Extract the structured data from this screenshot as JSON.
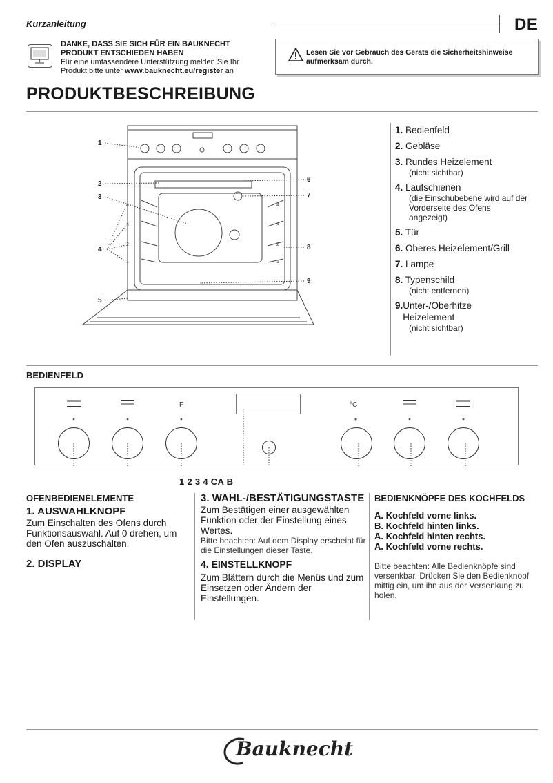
{
  "header": {
    "doc_type": "Kurzanleitung",
    "language": "DE"
  },
  "thanks": {
    "line1": "DANKE, DASS SIE SICH FÜR EIN BAUKNECHT",
    "line2": "PRODUKT ENTSCHIEDEN HABEN",
    "line3": "Für eine umfassendere Unterstützung melden Sie Ihr",
    "line4_pre": "Produkt bitte unter ",
    "line4_link": "www.bauknecht.eu/register",
    "line4_post": " an"
  },
  "warning": {
    "line1": "Lesen Sie vor Gebrauch des Geräts die Sicherheitshinweise",
    "line2": "aufmerksam durch."
  },
  "title": "PRODUKTBESCHREIBUNG",
  "diagram_labels": {
    "left": [
      "1",
      "2",
      "3",
      "4",
      "5"
    ],
    "right": [
      "6",
      "7",
      "8",
      "9"
    ],
    "levels_left": [
      "4",
      "3",
      "2",
      "1"
    ],
    "levels_right": [
      "4",
      "3",
      "2",
      "1"
    ]
  },
  "legend": [
    {
      "num": "1.",
      "label": "Bedienfeld",
      "note": ""
    },
    {
      "num": "2.",
      "label": "Gebläse",
      "note": ""
    },
    {
      "num": "3.",
      "label": "Rundes Heizelement",
      "note": "(nicht sichtbar)"
    },
    {
      "num": "4.",
      "label": "Laufschienen",
      "note": "(die Einschubebene wird auf der Vorderseite des Ofens angezeigt)"
    },
    {
      "num": "5.",
      "label": "Tür",
      "note": ""
    },
    {
      "num": "6.",
      "label": "Oberes Heizelement/Grill",
      "note": ""
    },
    {
      "num": "7.",
      "label": "Lampe",
      "note": ""
    },
    {
      "num": "8.",
      "label": "Typenschild",
      "note": "(nicht entfernen)"
    },
    {
      "num": "9.",
      "label": "Unter-/Oberhitze Heizelement",
      "note": "(nicht sichtbar)"
    }
  ],
  "control_panel": {
    "heading": "BEDIENFELD",
    "symbols": [
      "F",
      "°C"
    ],
    "callout": "1 2 3 4 CA B"
  },
  "col1": {
    "heading": "OFENBEDIENELEMENTE",
    "item1_title": "1. AUSWAHLKNOPF",
    "item1_text": "Zum Einschalten des Ofens durch Funktionsauswahl. Auf  0  drehen, um den Ofen auszuschalten.",
    "item2_title": "2. DISPLAY"
  },
  "col2": {
    "item3_title": "3. WAHL-/BESTÄTIGUNGSTASTE",
    "item3_text": "Zum Bestätigen einer ausgewählten Funktion oder der Einstellung eines Wertes.",
    "item3_note": "Bitte beachten: Auf dem Display erscheint  für die Einstellungen dieser Taste.",
    "item4_title": "4. EINSTELLKNOPF",
    "item4_text": "Zum Blättern durch die Menüs und zum Einsetzen oder Ändern der Einstellungen."
  },
  "col3": {
    "heading": "BEDIENKNÖPFE DES KOCHFELDS",
    "lines": [
      "A. Kochfeld vorne links.",
      "B. Kochfeld hinten links.",
      "A. Kochfeld hinten rechts.",
      "A. Kochfeld vorne rechts."
    ],
    "note": "Bitte beachten: Alle Bedienknöpfe sind versenkbar. Drücken Sie den Bedienknopf mittig ein, um ihn aus der Versenkung zu holen."
  },
  "brand": "Bauknecht"
}
